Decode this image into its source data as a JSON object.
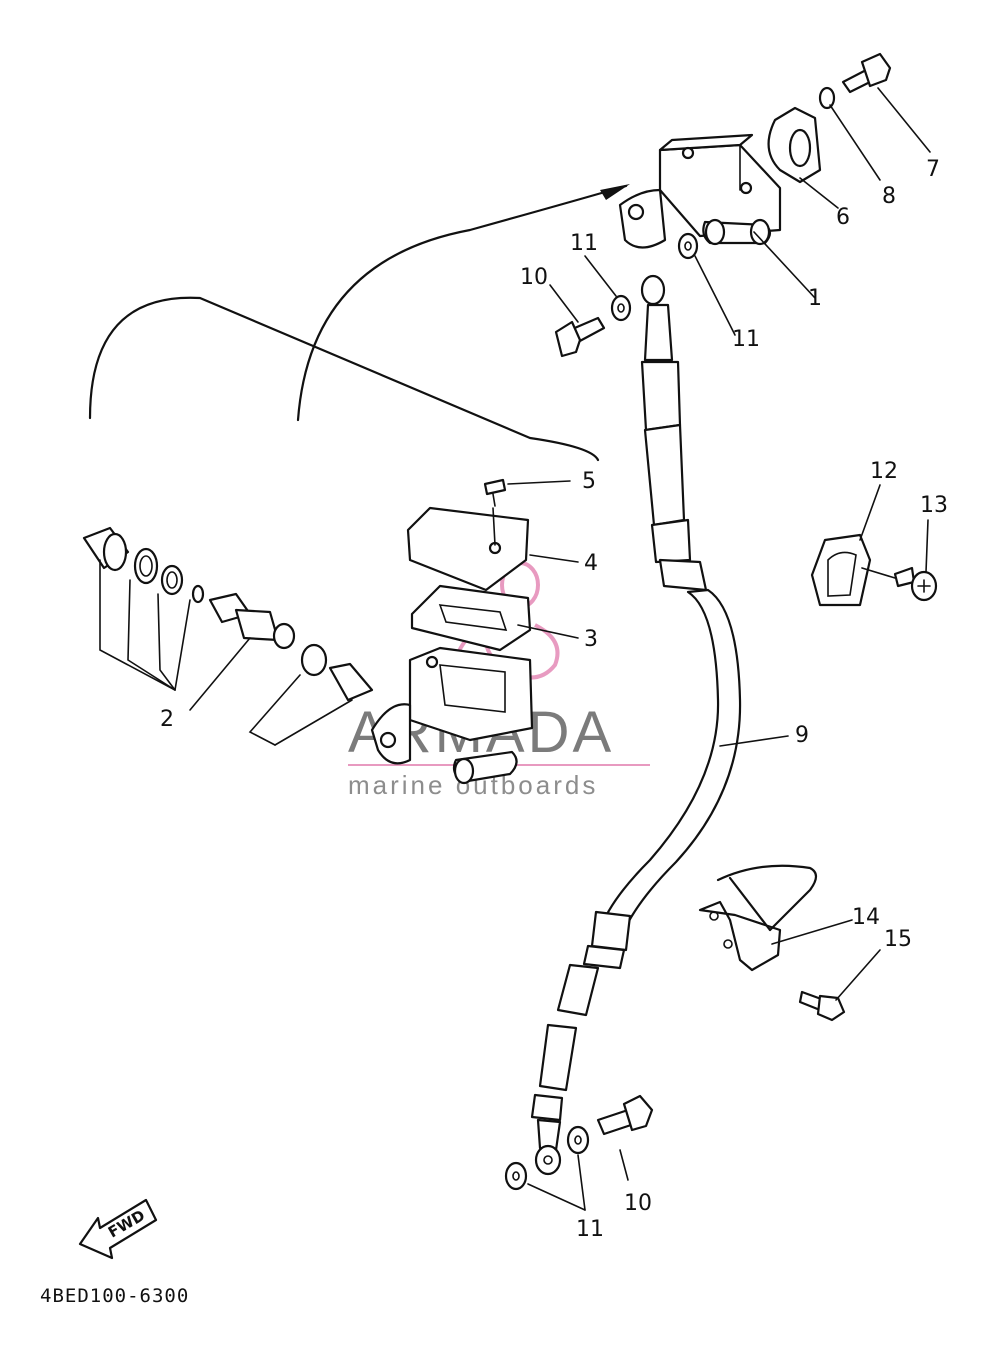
{
  "callouts": [
    "1",
    "2",
    "3",
    "4",
    "5",
    "6",
    "7",
    "8",
    "9",
    "10",
    "11",
    "12",
    "13",
    "14",
    "15"
  ],
  "labels": {
    "n1": "1",
    "n2": "2",
    "n3": "3",
    "n4": "4",
    "n5": "5",
    "n6": "6",
    "n7": "7",
    "n8": "8",
    "n9": "9",
    "n10_top": "10",
    "n10_bottom": "10",
    "n11_top_left": "11",
    "n11_top_right": "11",
    "n11_bottom": "11",
    "n12": "12",
    "n13": "13",
    "n14": "14",
    "n15": "15"
  },
  "fwd_label": "FWD",
  "diagram_code": "4BED100-6300",
  "watermark": {
    "brand": "ARMADA",
    "tagline": "marine outboards",
    "accent_color": "#e489b6",
    "text_color": "#5f5f5f"
  }
}
